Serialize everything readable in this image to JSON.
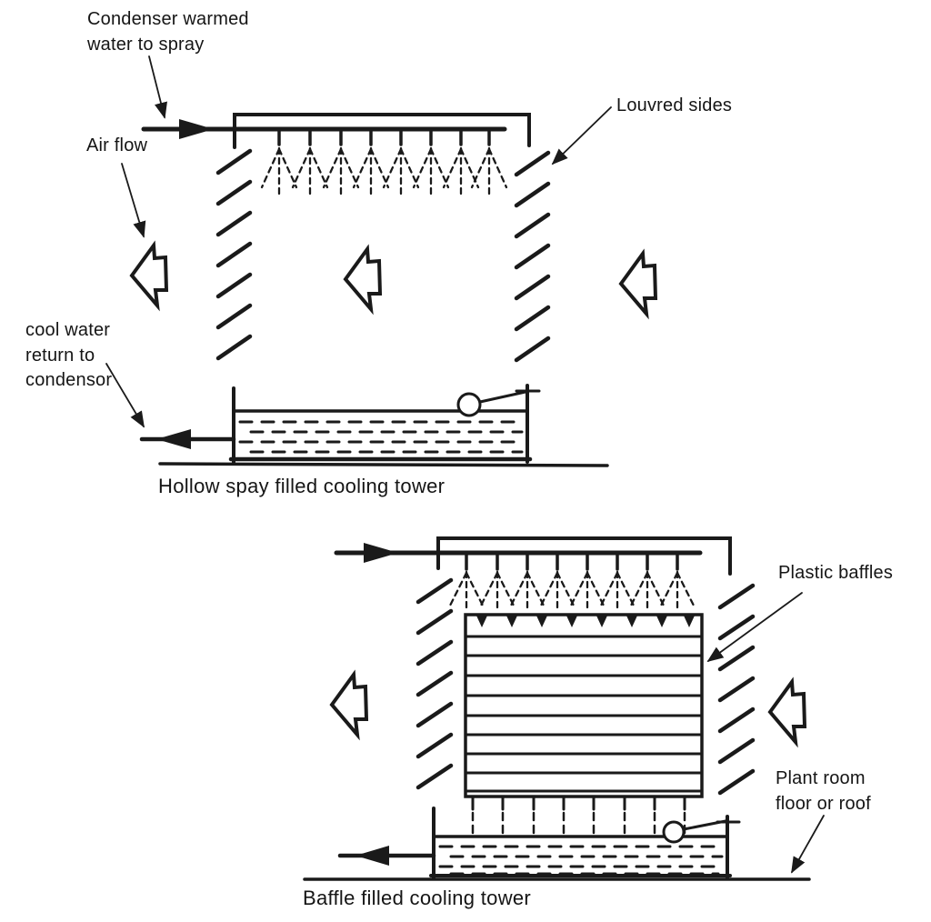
{
  "top_diagram": {
    "caption": "Hollow spay filled cooling tower",
    "labels": {
      "inlet": "Condenser warmed\nwater to spray",
      "airflow": "Air flow",
      "louvres": "Louvred sides",
      "outlet": "cool water\nreturn to\n condensor"
    }
  },
  "bottom_diagram": {
    "caption": "Baffle filled cooling tower",
    "labels": {
      "baffles": "Plastic baffles",
      "floor": "Plant room\nfloor or roof"
    }
  },
  "colors": {
    "ink": "#1a1a1a",
    "paper": "#ffffff"
  }
}
